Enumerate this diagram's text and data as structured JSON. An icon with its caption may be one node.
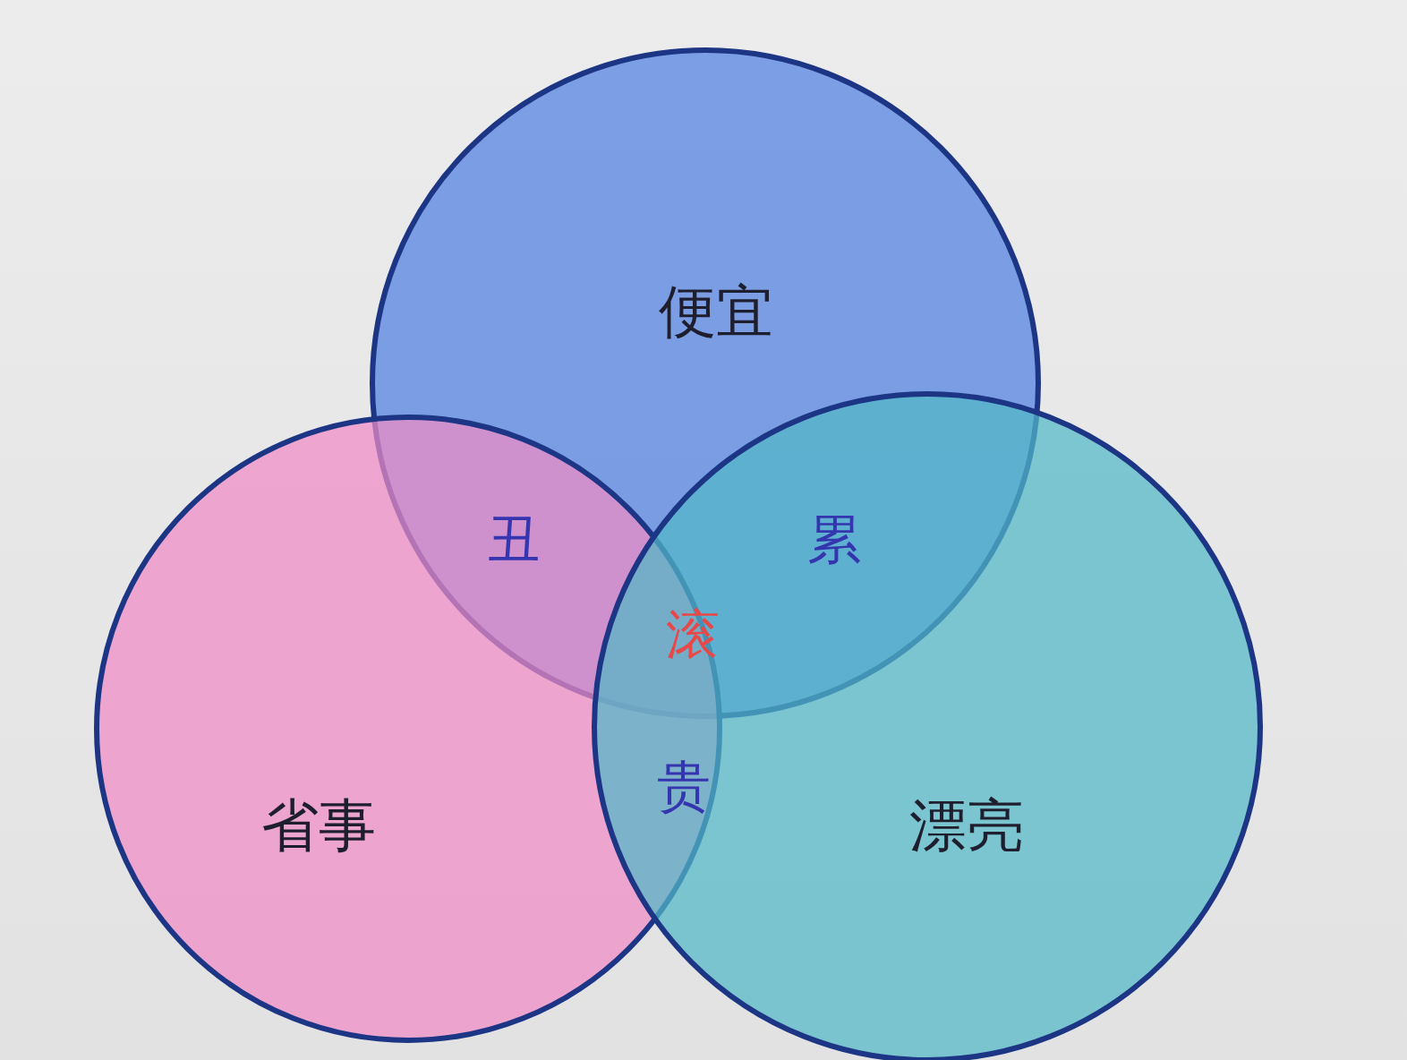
{
  "diagram": {
    "nodes": [
      {
        "text": [
          "便宜"
        ]
      },
      {
        "text": [
          "省事"
        ]
      },
      {
        "text": [
          "漂亮"
        ]
      }
    ],
    "edges": [],
    "labels": [
      "丑",
      "累",
      "滚",
      "贵"
    ]
  }
}
